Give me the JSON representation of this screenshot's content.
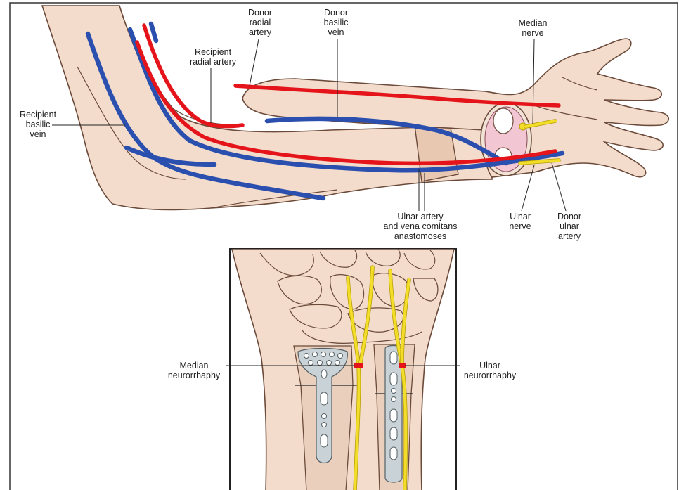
{
  "labels": {
    "donor_radial_artery": [
      "Donor",
      "radial",
      "artery"
    ],
    "donor_basilic_vein": [
      "Donor",
      "basilic",
      "vein"
    ],
    "median_nerve": [
      "Median",
      "nerve"
    ],
    "recipient_radial_artery": [
      "Recipient",
      "radial artery"
    ],
    "recipient_basilic_vein": [
      "Recipient",
      "basilic",
      "vein"
    ],
    "ulnar_anastomoses": [
      "Ulnar artery",
      "and vena comitans",
      "anastomoses"
    ],
    "ulnar_nerve": [
      "Ulnar",
      "nerve"
    ],
    "donor_ulnar_artery": [
      "Donor",
      "ulnar",
      "artery"
    ],
    "median_neurorrhaphy": [
      "Median",
      "neurorrhaphy"
    ],
    "ulnar_neurorrhaphy": [
      "Ulnar",
      "neurorrhaphy"
    ]
  },
  "colors": {
    "artery": "#e5141b",
    "vein": "#2b4fae",
    "nerve": "#f2dd2a",
    "skin": "#f3dccb",
    "bone_plate": "#c9d2d6",
    "repair_mark": "#e5141b"
  }
}
